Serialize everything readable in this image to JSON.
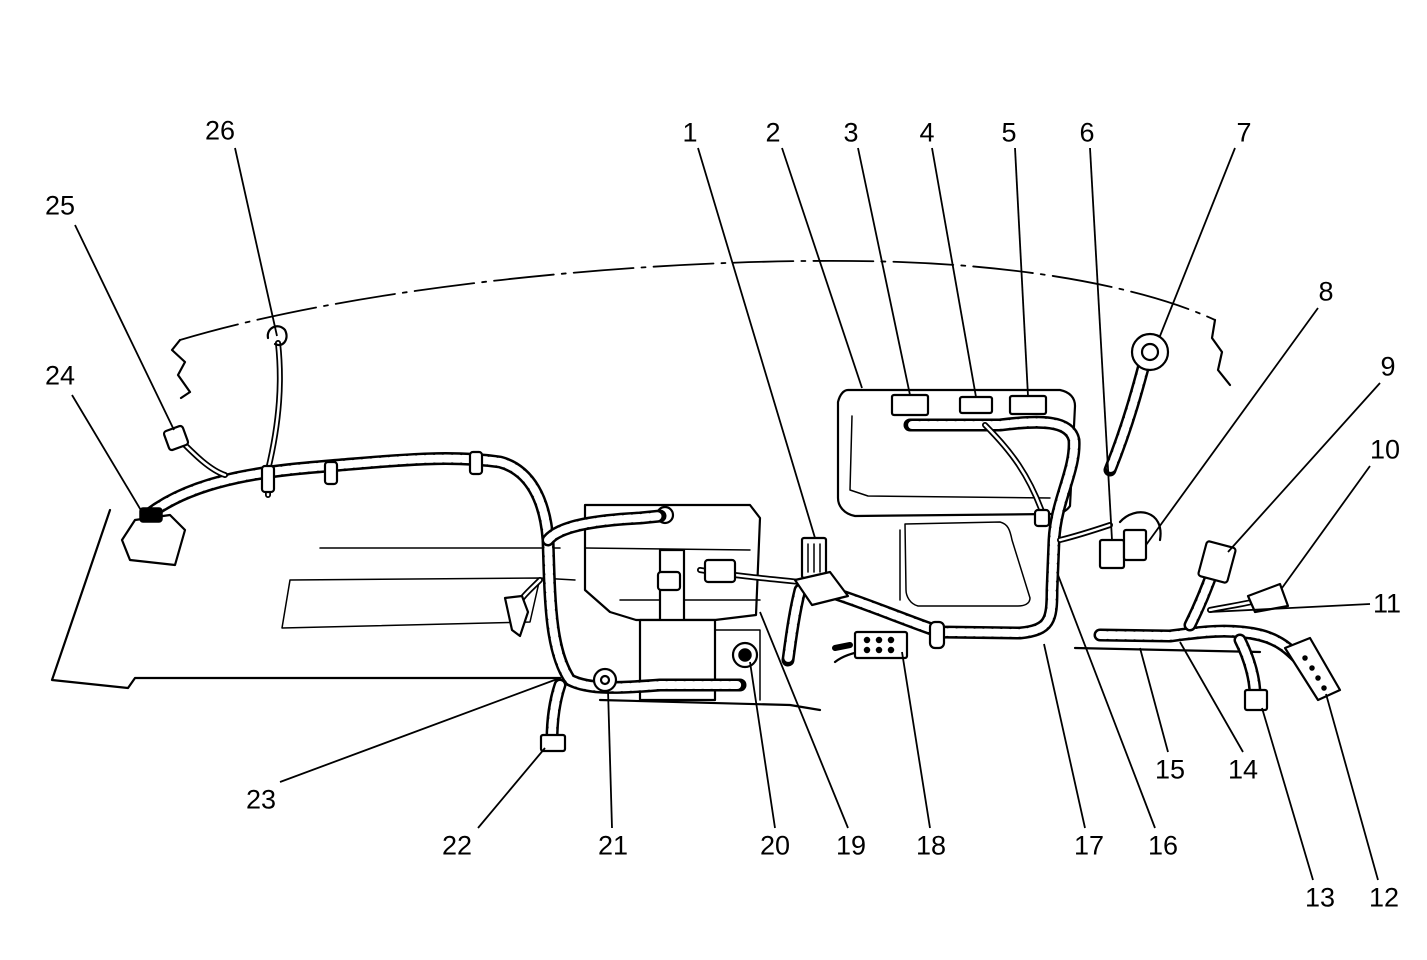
{
  "callouts": [
    {
      "id": "1",
      "label": "1"
    },
    {
      "id": "2",
      "label": "2"
    },
    {
      "id": "3",
      "label": "3"
    },
    {
      "id": "4",
      "label": "4"
    },
    {
      "id": "5",
      "label": "5"
    },
    {
      "id": "6",
      "label": "6"
    },
    {
      "id": "7",
      "label": "7"
    },
    {
      "id": "8",
      "label": "8"
    },
    {
      "id": "9",
      "label": "9"
    },
    {
      "id": "10",
      "label": "10"
    },
    {
      "id": "11",
      "label": "11"
    },
    {
      "id": "12",
      "label": "12"
    },
    {
      "id": "13",
      "label": "13"
    },
    {
      "id": "14",
      "label": "14"
    },
    {
      "id": "15",
      "label": "15"
    },
    {
      "id": "16",
      "label": "16"
    },
    {
      "id": "17",
      "label": "17"
    },
    {
      "id": "18",
      "label": "18"
    },
    {
      "id": "19",
      "label": "19"
    },
    {
      "id": "20",
      "label": "20"
    },
    {
      "id": "21",
      "label": "21"
    },
    {
      "id": "22",
      "label": "22"
    },
    {
      "id": "23",
      "label": "23"
    },
    {
      "id": "24",
      "label": "24"
    },
    {
      "id": "25",
      "label": "25"
    },
    {
      "id": "26",
      "label": "26"
    }
  ]
}
